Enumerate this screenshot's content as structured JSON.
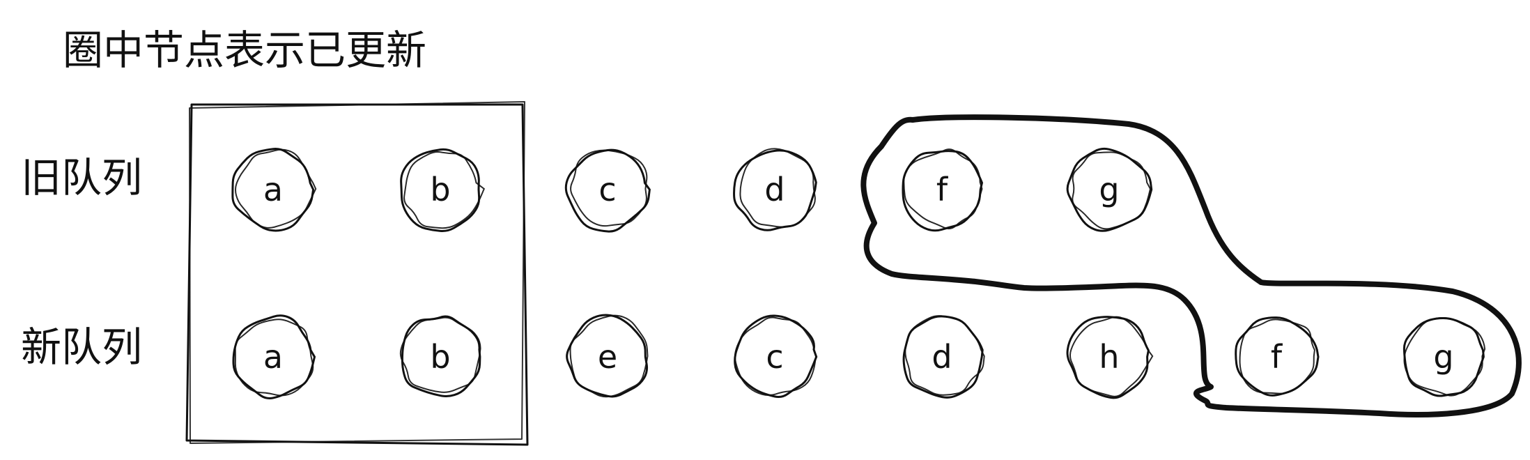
{
  "diagram": {
    "title": "圈中节点表示已更新",
    "row_labels": {
      "old": "旧队列",
      "new": "新队列"
    },
    "old_queue": [
      "a",
      "b",
      "c",
      "d",
      "f",
      "g"
    ],
    "new_queue": [
      "a",
      "b",
      "e",
      "c",
      "d",
      "h",
      "f",
      "g"
    ],
    "groupings": {
      "boxed_prefix_count": 2,
      "circled_suffix_old": [
        "f",
        "g"
      ],
      "circled_suffix_new": [
        "f",
        "g"
      ]
    },
    "colors": {
      "stroke": "#111111",
      "background": "#ffffff"
    }
  }
}
